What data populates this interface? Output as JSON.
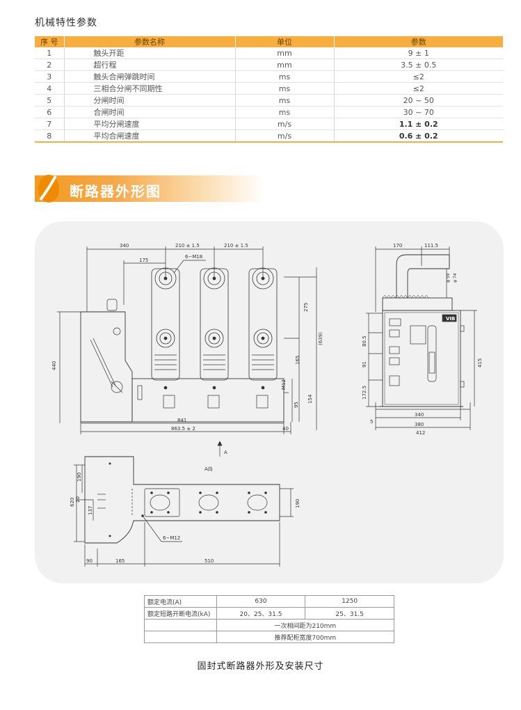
{
  "params_section": {
    "title": "机械特性参数",
    "headers": [
      "序 号",
      "参数名称",
      "单位",
      "参数"
    ],
    "rows": [
      {
        "no": "1",
        "name": "触头开距",
        "unit": "mm",
        "value": "9 ± 1"
      },
      {
        "no": "2",
        "name": "超行程",
        "unit": "mm",
        "value": "3.5 ± 0.5"
      },
      {
        "no": "3",
        "name": "触头合闸弹跳时间",
        "unit": "ms",
        "value": "≤2"
      },
      {
        "no": "4",
        "name": "三相合分闸不同期性",
        "unit": "ms",
        "value": "≤2"
      },
      {
        "no": "5",
        "name": "分闸时间",
        "unit": "ms",
        "value": "20 ~ 50"
      },
      {
        "no": "6",
        "name": "合闸时间",
        "unit": "ms",
        "value": "30 ~ 70"
      },
      {
        "no": "7",
        "name": "平均分闸速度",
        "unit": "m/s",
        "value": "1.1 ± 0.2"
      },
      {
        "no": "8",
        "name": "平均合闸速度",
        "unit": "m/s",
        "value": "0.6 ± 0.2"
      }
    ]
  },
  "outline_section": {
    "title": "断路器外形图"
  },
  "drawing": {
    "front_dims": {
      "d340": "340",
      "d210a": "210 ± 1.5",
      "d210b": "210 ± 1.5",
      "d175": "175",
      "bolt": "6−M18",
      "d275": "275",
      "d639": "(639)",
      "d165": "165",
      "d440": "440",
      "m12": "M12",
      "d154": "154",
      "d95": "95",
      "d841": "841",
      "d863": "863.5 ± 2",
      "d40": "40"
    },
    "side_dims": {
      "d170": "170",
      "d111": "111.5",
      "phi59": "φ 59",
      "phi74": "φ 74",
      "d80": "80.5",
      "d91": "91",
      "d172": "172.5",
      "d415": "415",
      "d5": "5",
      "d340": "340",
      "d380": "380",
      "d412": "412",
      "brand": "VIB"
    },
    "view_label": "A",
    "view_title": "A向",
    "plan_dims": {
      "d190a": "190",
      "d620": "620",
      "d20": "20",
      "d137": "137",
      "d190b": "190",
      "bolt": "6−M12",
      "d90": "90",
      "d165": "165",
      "d510": "510"
    }
  },
  "rating_table": {
    "row1": {
      "label": "额定电流(A)",
      "v1": "630",
      "v2": "1250"
    },
    "row2": {
      "label": "额定短路开断电流(kA)",
      "v1": "20、25、31.5",
      "v2": "25、31.5"
    },
    "row3": "一次相间距为210mm",
    "row4": "推荐配柜宽度700mm"
  },
  "caption": "固封式断路器外形及安装尺寸"
}
